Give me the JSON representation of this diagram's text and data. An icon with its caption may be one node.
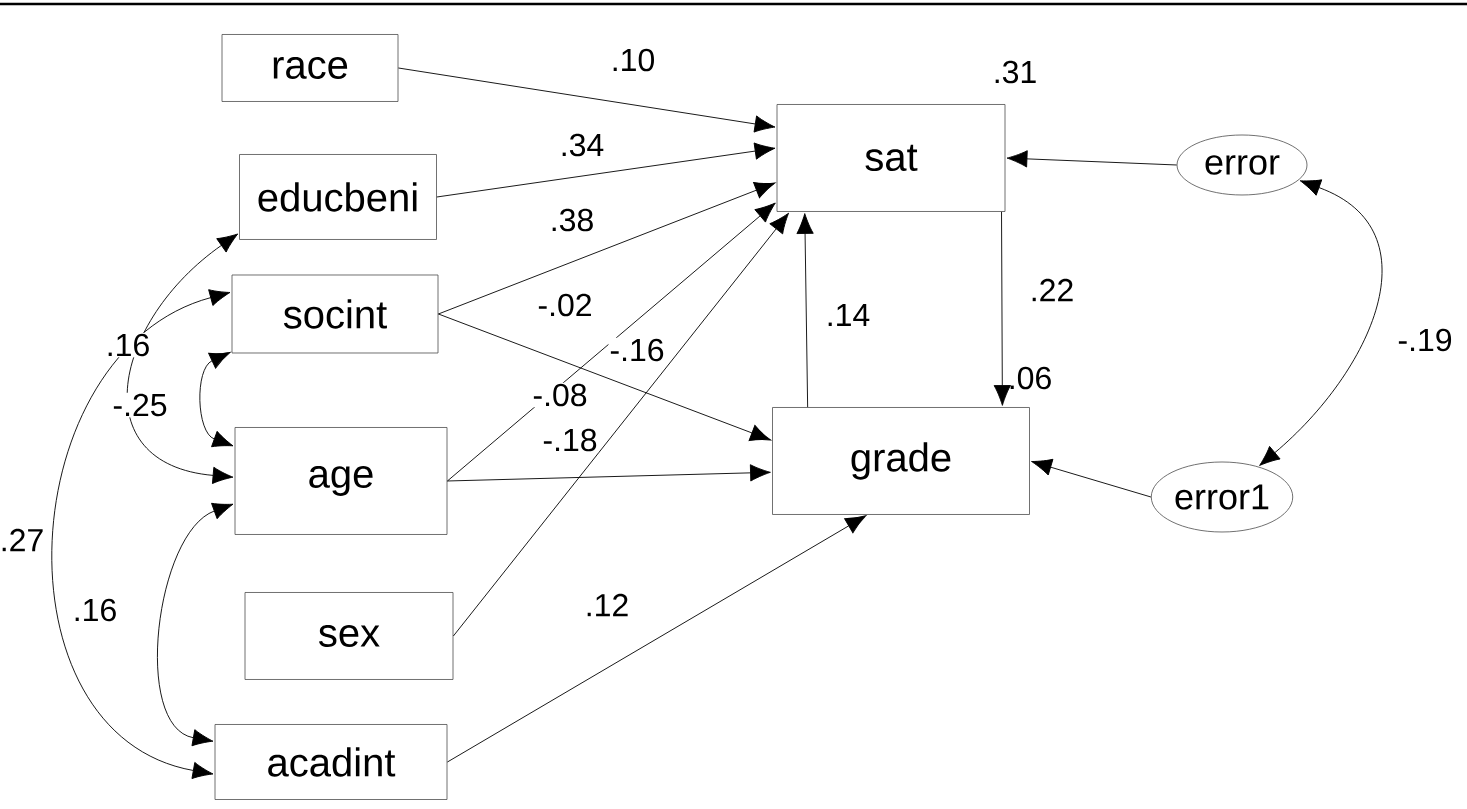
{
  "diagram": {
    "nodes": [
      {
        "text": [
          "race"
        ]
      },
      {
        "text": [
          "educbeni"
        ]
      },
      {
        "text": [
          "socint"
        ]
      },
      {
        "text": [
          "age"
        ]
      },
      {
        "text": [
          "sex"
        ]
      },
      {
        "text": [
          "acadint"
        ]
      },
      {
        "text": [
          "sat"
        ],
        "beside": [
          ".31"
        ]
      },
      {
        "text": [
          "grade"
        ],
        "beside": [
          ".06"
        ]
      },
      {
        "text": [
          "error"
        ]
      },
      {
        "text": [
          "error1"
        ]
      }
    ],
    "edges": [
      {
        "from": 0,
        "to": 6,
        "arrow": "to",
        "label": ".10"
      },
      {
        "from": 1,
        "to": 6,
        "arrow": "to",
        "label": ".34"
      },
      {
        "from": 2,
        "to": 6,
        "arrow": "to",
        "label": ".38"
      },
      {
        "from": 2,
        "to": 7,
        "arrow": "to",
        "label": "-.02"
      },
      {
        "from": 3,
        "to": 6,
        "arrow": "to",
        "label": "-.08"
      },
      {
        "from": 4,
        "to": 6,
        "arrow": "to",
        "label": "-.16"
      },
      {
        "from": 3,
        "to": 7,
        "arrow": "to",
        "label": "-.18"
      },
      {
        "from": 5,
        "to": 7,
        "arrow": "to",
        "label": ".12"
      },
      {
        "from": 7,
        "to": 6,
        "arrow": "to",
        "label": ".14"
      },
      {
        "from": 6,
        "to": 7,
        "arrow": "to",
        "label": ".22"
      },
      {
        "from": 8,
        "to": 6,
        "arrow": "to"
      },
      {
        "from": 9,
        "to": 7,
        "arrow": "to"
      },
      {
        "from": 8,
        "to": 9,
        "arrow": "both",
        "label": "-.19"
      },
      {
        "from": 1,
        "to": 3,
        "arrow": "both",
        "label": ".16"
      },
      {
        "from": 2,
        "to": 3,
        "arrow": "both",
        "label": "-.25"
      },
      {
        "from": 2,
        "to": 5,
        "arrow": "both",
        "label": ".27"
      },
      {
        "from": 3,
        "to": 5,
        "arrow": "both",
        "label": ".16"
      }
    ]
  }
}
